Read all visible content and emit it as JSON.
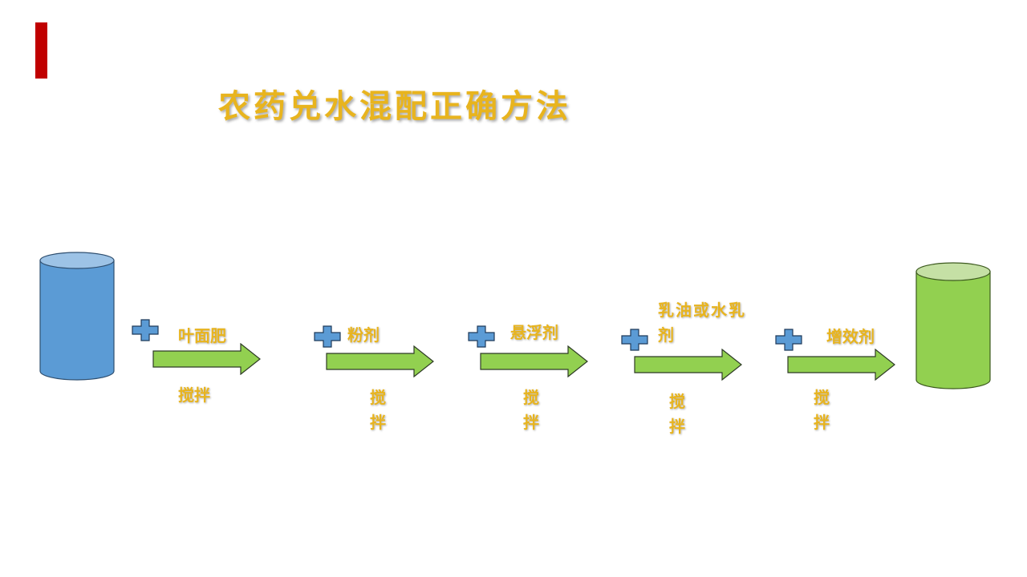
{
  "slide": {
    "title": "农药兑水混配正确方法"
  },
  "colors": {
    "title": "#e8b41e",
    "accent": "#c00000",
    "start_tank": "#5b9bd5",
    "end_tank": "#92d050",
    "arrow": "#92d050",
    "plus": "#5b9bd5"
  },
  "steps": [
    {
      "additive": "叶面肥",
      "action": "搅拌"
    },
    {
      "additive": "粉剂",
      "action": "搅拌"
    },
    {
      "additive": "悬浮剂",
      "action": "搅拌"
    },
    {
      "additive": "乳油或水乳剂",
      "action": "搅拌"
    },
    {
      "additive": "增效剂",
      "action": "搅拌"
    }
  ]
}
